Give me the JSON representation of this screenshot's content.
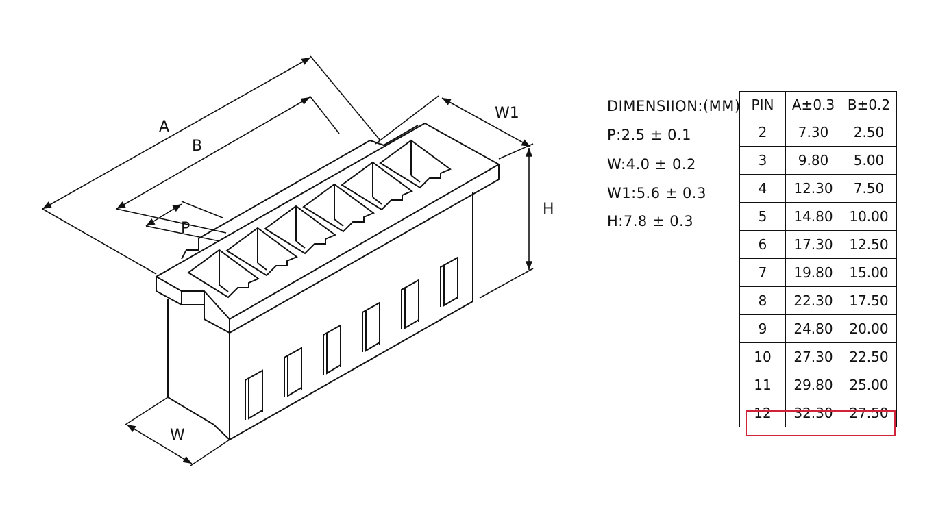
{
  "labels": {
    "a": "A",
    "b": "B",
    "p": "P",
    "w1": "W1",
    "h": "H",
    "w": "W"
  },
  "spec": {
    "heading": "DIMENSIΙΟN:(MM)",
    "lines": [
      "P:2.5 ± 0.1",
      "W:4.0 ± 0.2",
      "W1:5.6 ± 0.3",
      "H:7.8 ± 0.3"
    ]
  },
  "table": {
    "headers": [
      "PIN",
      "A±0.3",
      "B±0.2"
    ],
    "rows": [
      [
        "2",
        "7.30",
        "2.50"
      ],
      [
        "3",
        "9.80",
        "5.00"
      ],
      [
        "4",
        "12.30",
        "7.50"
      ],
      [
        "5",
        "14.80",
        "10.00"
      ],
      [
        "6",
        "17.30",
        "12.50"
      ],
      [
        "7",
        "19.80",
        "15.00"
      ],
      [
        "8",
        "22.30",
        "17.50"
      ],
      [
        "9",
        "24.80",
        "20.00"
      ],
      [
        "10",
        "27.30",
        "22.50"
      ],
      [
        "11",
        "29.80",
        "25.00"
      ],
      [
        "12",
        "32.30",
        "27.50"
      ]
    ],
    "highlight_color": "#d0233a"
  }
}
